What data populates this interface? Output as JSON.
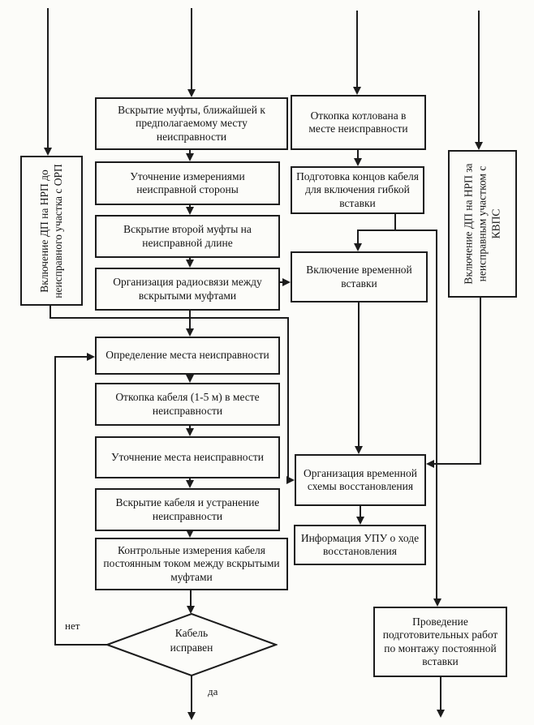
{
  "diagram": {
    "colors": {
      "line": "#1c1c1c",
      "background": "#fcfcf9"
    },
    "nodes": {
      "switch_dp_orp": "Включение ДП на НРП до неисправного участка с ОРП",
      "switch_dp_kvps": "Включение ДП на НРП за неисправным участком с КВПС",
      "open_nearest_coupling": "Вскрытие муфты, ближайшей к предполагаемому месту неисправности",
      "refine_by_measurements": "Уточнение измерениями неисправной стороны",
      "open_second_coupling": "Вскрытие второй муфты на неисправной длине",
      "radio_link": "Организация радиосвязи между вскрытыми муфтами",
      "locate_fault": "Определение места неисправности",
      "dig_cable": "Откопка кабеля (1-5 м) в месте неисправности",
      "refine_fault_location": "Уточнение места неисправности",
      "open_cable_fix_fault": "Вскрытие кабеля и устранение неисправности",
      "control_measurements": "Контрольные измерения кабеля постоянным током между вскрытыми муфтами",
      "dig_pit": "Откопка котлована в месте неисправности",
      "prepare_cable_ends": "Подготовка концов кабеля для включения гибкой вставки",
      "enable_temporary_insert": "Включение временной вставки",
      "temporary_scheme": "Организация временной схемы восстановления",
      "inform_upu": "Информация УПУ о ходе восстановления",
      "prepare_permanent_insert": "Проведение подготовительных работ по монтажу постоянной вставки",
      "cable_ok_decision": "Кабель исправен"
    },
    "edge_labels": {
      "no": "нет",
      "yes": "да"
    }
  }
}
